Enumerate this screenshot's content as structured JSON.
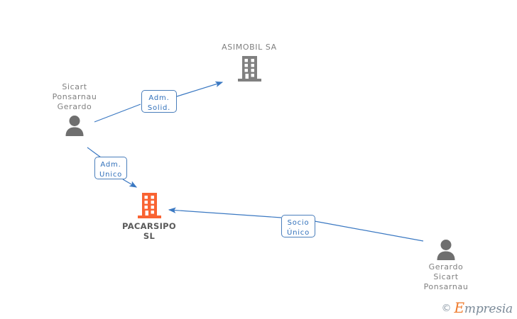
{
  "diagram": {
    "type": "relationship-graph",
    "colors": {
      "edge": "#3a78c2",
      "label_border": "#4a7ebb",
      "label_text": "#2f6fba",
      "node_default": "#808080",
      "node_focus": "#f96332",
      "text": "#808080",
      "background": "#ffffff"
    },
    "nodes": [
      {
        "id": "asimobil",
        "kind": "company",
        "icon": "building-icon",
        "label": "ASIMOBIL SA",
        "highlighted": false
      },
      {
        "id": "sicart",
        "kind": "person",
        "icon": "person-icon",
        "label": "Sicart\nPonsarnau\nGerardo",
        "highlighted": false
      },
      {
        "id": "pacarsipo",
        "kind": "company",
        "icon": "building-icon",
        "label": "PACARSIPO\nSL",
        "highlighted": true
      },
      {
        "id": "gerardo",
        "kind": "person",
        "icon": "person-icon",
        "label": "Gerardo\nSicart\nPonsarnau",
        "highlighted": false
      }
    ],
    "edges": [
      {
        "id": "edge-adm-solid",
        "from": "sicart",
        "to": "asimobil",
        "label": "Adm.\nSolid."
      },
      {
        "id": "edge-adm-unico",
        "from": "sicart",
        "to": "pacarsipo",
        "label": "Adm.\nUnico"
      },
      {
        "id": "edge-socio-unico",
        "from": "gerardo",
        "to": "pacarsipo",
        "label": "Socio\nÚnico"
      }
    ]
  },
  "watermark": {
    "copyright": "©",
    "brand_initial": "E",
    "brand_rest": "mpresia"
  }
}
